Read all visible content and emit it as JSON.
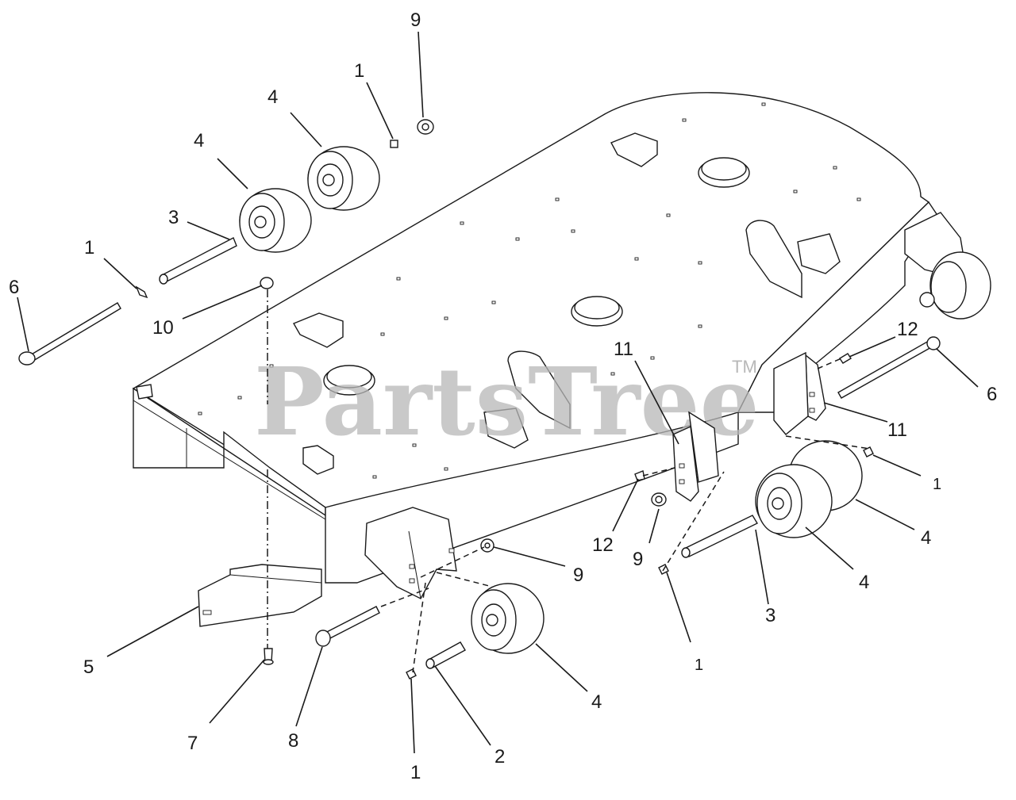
{
  "watermark": {
    "brand": "PartsTree",
    "trademark": "TM"
  },
  "callouts": [
    {
      "id": "c1",
      "label": "9"
    },
    {
      "id": "c2",
      "label": "1"
    },
    {
      "id": "c3",
      "label": "4"
    },
    {
      "id": "c4",
      "label": "4"
    },
    {
      "id": "c5",
      "label": "3"
    },
    {
      "id": "c6",
      "label": "1"
    },
    {
      "id": "c7",
      "label": "6"
    },
    {
      "id": "c8",
      "label": "10"
    },
    {
      "id": "c9",
      "label": "11"
    },
    {
      "id": "c10",
      "label": "12"
    },
    {
      "id": "c11",
      "label": "6"
    },
    {
      "id": "c12",
      "label": "11"
    },
    {
      "id": "c13",
      "label": "1"
    },
    {
      "id": "c14",
      "label": "4"
    },
    {
      "id": "c15",
      "label": "12"
    },
    {
      "id": "c16",
      "label": "9"
    },
    {
      "id": "c17",
      "label": "9"
    },
    {
      "id": "c18",
      "label": "4"
    },
    {
      "id": "c19",
      "label": "3"
    },
    {
      "id": "c20",
      "label": "1"
    },
    {
      "id": "c21",
      "label": "5"
    },
    {
      "id": "c22",
      "label": "4"
    },
    {
      "id": "c23",
      "label": "7"
    },
    {
      "id": "c24",
      "label": "8"
    },
    {
      "id": "c25",
      "label": "1"
    },
    {
      "id": "c26",
      "label": "2"
    }
  ]
}
